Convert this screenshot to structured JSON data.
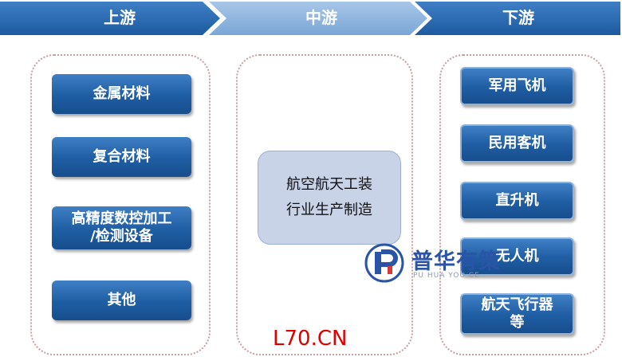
{
  "stages": {
    "upstream": "上游",
    "midstream": "中游",
    "downstream": "下游"
  },
  "upstream_items": [
    "金属材料",
    "复合材料",
    "高精度数控加工\n/检测设备",
    "其他"
  ],
  "midstream_item": "航空航天工装\n行业生产制造",
  "downstream_items": [
    "军用飞机",
    "民用客机",
    "直升机",
    "无人机",
    "航天飞行器\n等"
  ],
  "logo": {
    "name": "普华有策",
    "subtitle": "PU HUA YOU CE"
  },
  "watermark": "L70.CN",
  "colors": {
    "chevron_dark": "#1f5da3",
    "chevron_light": "#3c7bc4",
    "chevron_middle": "#8cb4de",
    "box": "#1f5da3",
    "center_box": "#c8d3e8"
  }
}
